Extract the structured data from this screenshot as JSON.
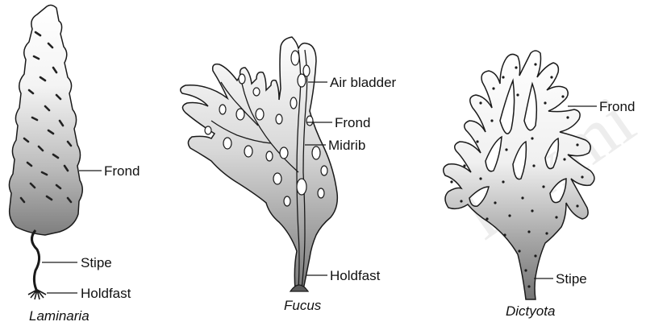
{
  "watermark": {
    "text": "Laxmi"
  },
  "figures": [
    {
      "name": "Laminaria",
      "labels": {
        "frond": "Frond",
        "stipe": "Stipe",
        "holdfast": "Holdfast"
      }
    },
    {
      "name": "Fucus",
      "labels": {
        "air_bladder": "Air bladder",
        "frond": "Frond",
        "midrib": "Midrib",
        "holdfast": "Holdfast"
      }
    },
    {
      "name": "Dictyota",
      "labels": {
        "frond": "Frond",
        "stipe": "Stipe"
      }
    }
  ],
  "colors": {
    "ink": "#1a1a1a",
    "shade_dark": "#7c7c7c",
    "shade_light": "#f2f2f2"
  }
}
